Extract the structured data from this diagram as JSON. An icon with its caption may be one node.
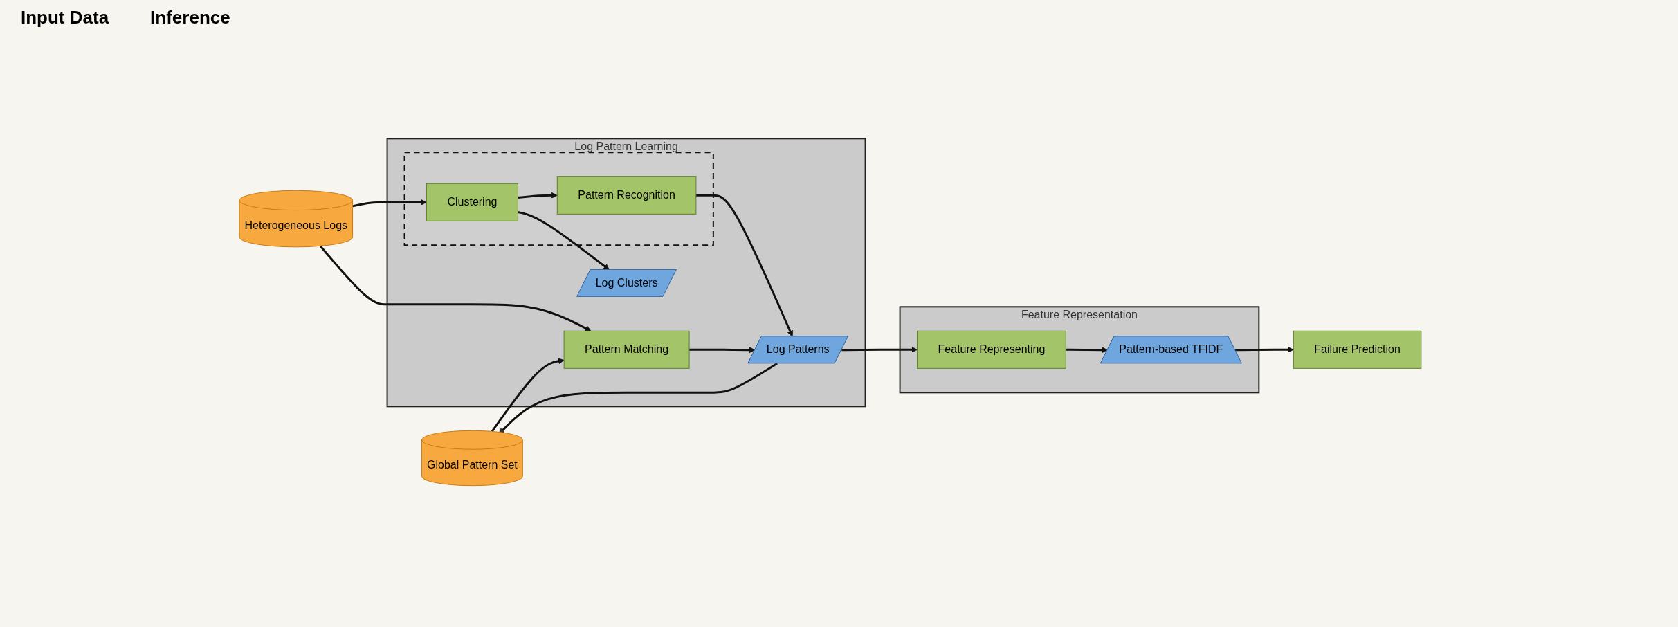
{
  "diagram": {
    "nodes": [
      {
        "text": [
          "Heterogeneous Logs"
        ]
      },
      {
        "text": [
          "Global Pattern Set"
        ]
      },
      {
        "text": [
          "Log Pattern Learning"
        ]
      },
      {
        "text": [],
        "shape": "box",
        "in": 2
      },
      {
        "text": [
          "Clustering"
        ],
        "in": 3
      },
      {
        "text": [
          "Pattern Recognition"
        ],
        "in": 3
      },
      {
        "text": [
          "Log Clusters"
        ],
        "in": 2
      },
      {
        "text": [
          "Log Patterns"
        ],
        "in": 2
      },
      {
        "text": [
          "Pattern Matching"
        ],
        "in": 2
      },
      {
        "text": [
          "Feature Representation"
        ]
      },
      {
        "text": [
          "Feature Representing"
        ],
        "in": 9
      },
      {
        "text": [
          "Pattern-based TFIDF"
        ],
        "in": 9
      },
      {
        "text": [
          "Failure Prediction"
        ]
      }
    ],
    "edges": [
      {
        "from": 0,
        "to": 4,
        "arrow": "to"
      },
      {
        "from": 0,
        "to": 8,
        "arrow": "to"
      },
      {
        "from": 1,
        "to": 8,
        "arrow": "to"
      },
      {
        "from": 4,
        "to": 6,
        "arrow": "to"
      },
      {
        "from": 4,
        "to": 5,
        "arrow": "to"
      },
      {
        "from": 5,
        "to": 7,
        "arrow": "to"
      },
      {
        "from": 8,
        "to": 7,
        "arrow": "to"
      },
      {
        "from": 7,
        "to": 1,
        "arrow": "to"
      },
      {
        "from": 7,
        "to": 10,
        "arrow": "to"
      },
      {
        "from": 10,
        "to": 11,
        "arrow": "to"
      },
      {
        "from": 11,
        "to": 12,
        "arrow": "to"
      }
    ],
    "labels": [
      "Input Data",
      "Inference"
    ]
  }
}
